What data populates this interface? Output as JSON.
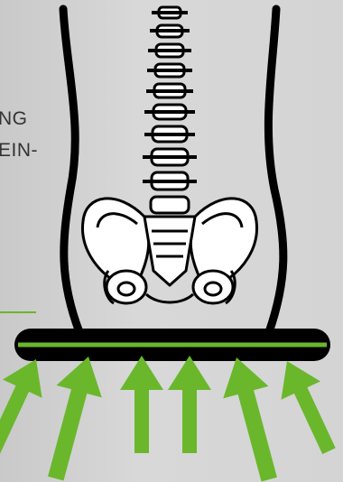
{
  "text_fragments": {
    "line1": "NG",
    "line2": "EIN-",
    "line3": "-"
  },
  "colors": {
    "accent": "#6ab72c",
    "outline": "#000000",
    "background": "#d6d6d6"
  },
  "illustration": {
    "subject": "spine-and-pelvis",
    "arrow_count": 6,
    "icons": [
      "spine-icon",
      "pelvis-icon",
      "cushion-icon",
      "pressure-arrow-icon"
    ]
  }
}
